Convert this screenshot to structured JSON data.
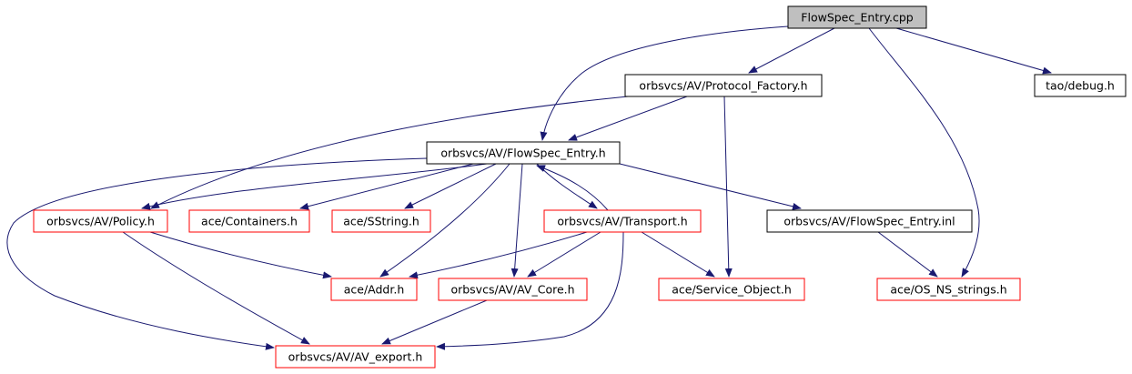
{
  "colors": {
    "edge": "#191970",
    "arrowhead": "#191970",
    "root_fill": "#bfbfbf",
    "root_border": "#000000",
    "documented_border": "#000000",
    "undocumented_border": "#ff0000",
    "node_fill": "#ffffff",
    "text": "#000000"
  },
  "nodes": [
    {
      "id": "flowspec_entry_cpp",
      "label": "FlowSpec_Entry.cpp",
      "kind": "root"
    },
    {
      "id": "protocol_factory_h",
      "label": "orbsvcs/AV/Protocol_Factory.h",
      "kind": "documented"
    },
    {
      "id": "tao_debug_h",
      "label": "tao/debug.h",
      "kind": "documented"
    },
    {
      "id": "flowspec_entry_h",
      "label": "orbsvcs/AV/FlowSpec_Entry.h",
      "kind": "documented"
    },
    {
      "id": "policy_h",
      "label": "orbsvcs/AV/Policy.h",
      "kind": "undocumented"
    },
    {
      "id": "containers_h",
      "label": "ace/Containers.h",
      "kind": "undocumented"
    },
    {
      "id": "sstring_h",
      "label": "ace/SString.h",
      "kind": "undocumented"
    },
    {
      "id": "transport_h",
      "label": "orbsvcs/AV/Transport.h",
      "kind": "undocumented"
    },
    {
      "id": "flowspec_entry_inl",
      "label": "orbsvcs/AV/FlowSpec_Entry.inl",
      "kind": "documented"
    },
    {
      "id": "addr_h",
      "label": "ace/Addr.h",
      "kind": "undocumented"
    },
    {
      "id": "av_core_h",
      "label": "orbsvcs/AV/AV_Core.h",
      "kind": "undocumented"
    },
    {
      "id": "service_object_h",
      "label": "ace/Service_Object.h",
      "kind": "undocumented"
    },
    {
      "id": "os_ns_strings_h",
      "label": "ace/OS_NS_strings.h",
      "kind": "undocumented"
    },
    {
      "id": "av_export_h",
      "label": "orbsvcs/AV/AV_export.h",
      "kind": "undocumented"
    }
  ],
  "edges": [
    {
      "from": "flowspec_entry_cpp",
      "to": "protocol_factory_h"
    },
    {
      "from": "flowspec_entry_cpp",
      "to": "flowspec_entry_h"
    },
    {
      "from": "flowspec_entry_cpp",
      "to": "os_ns_strings_h"
    },
    {
      "from": "flowspec_entry_cpp",
      "to": "tao_debug_h"
    },
    {
      "from": "protocol_factory_h",
      "to": "flowspec_entry_h"
    },
    {
      "from": "protocol_factory_h",
      "to": "policy_h"
    },
    {
      "from": "protocol_factory_h",
      "to": "service_object_h"
    },
    {
      "from": "flowspec_entry_h",
      "to": "policy_h"
    },
    {
      "from": "flowspec_entry_h",
      "to": "containers_h"
    },
    {
      "from": "flowspec_entry_h",
      "to": "sstring_h"
    },
    {
      "from": "flowspec_entry_h",
      "to": "transport_h"
    },
    {
      "from": "flowspec_entry_h",
      "to": "flowspec_entry_inl"
    },
    {
      "from": "flowspec_entry_h",
      "to": "addr_h"
    },
    {
      "from": "flowspec_entry_h",
      "to": "av_core_h"
    },
    {
      "from": "flowspec_entry_h",
      "to": "av_export_h"
    },
    {
      "from": "transport_h",
      "to": "flowspec_entry_h"
    },
    {
      "from": "transport_h",
      "to": "addr_h"
    },
    {
      "from": "transport_h",
      "to": "av_core_h"
    },
    {
      "from": "transport_h",
      "to": "service_object_h"
    },
    {
      "from": "transport_h",
      "to": "av_export_h"
    },
    {
      "from": "policy_h",
      "to": "addr_h"
    },
    {
      "from": "policy_h",
      "to": "av_export_h"
    },
    {
      "from": "flowspec_entry_inl",
      "to": "os_ns_strings_h"
    },
    {
      "from": "av_core_h",
      "to": "av_export_h"
    }
  ]
}
